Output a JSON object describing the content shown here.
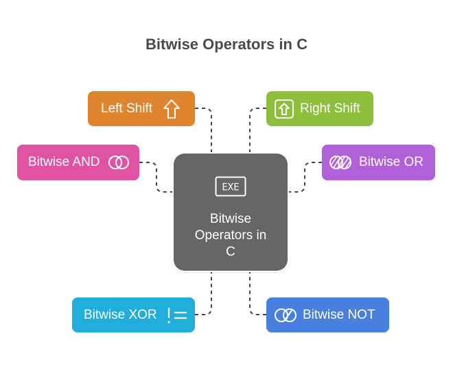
{
  "title": "Bitwise Operators in C",
  "center": {
    "label": "Bitwise Operators in C",
    "icon": "exe-icon",
    "icon_text": "EXE",
    "color": "#666666"
  },
  "nodes": {
    "left_shift": {
      "label": "Left Shift",
      "icon": "arrow-up-icon",
      "color": "#E0852F"
    },
    "right_shift": {
      "label": "Right Shift",
      "icon": "arrow-up-box-icon",
      "color": "#8DBE3C"
    },
    "bitwise_and": {
      "label": "Bitwise AND",
      "icon": "venn-overlap-icon",
      "color": "#E052A2"
    },
    "bitwise_or": {
      "label": "Bitwise OR",
      "icon": "striped-circles-icon",
      "color": "#B060D8"
    },
    "bitwise_xor": {
      "label": "Bitwise XOR",
      "icon": "exclamation-equals-icon",
      "color": "#22AEDB"
    },
    "bitwise_not": {
      "label": "Bitwise NOT",
      "icon": "circles-slash-icon",
      "color": "#4A80DD"
    }
  }
}
